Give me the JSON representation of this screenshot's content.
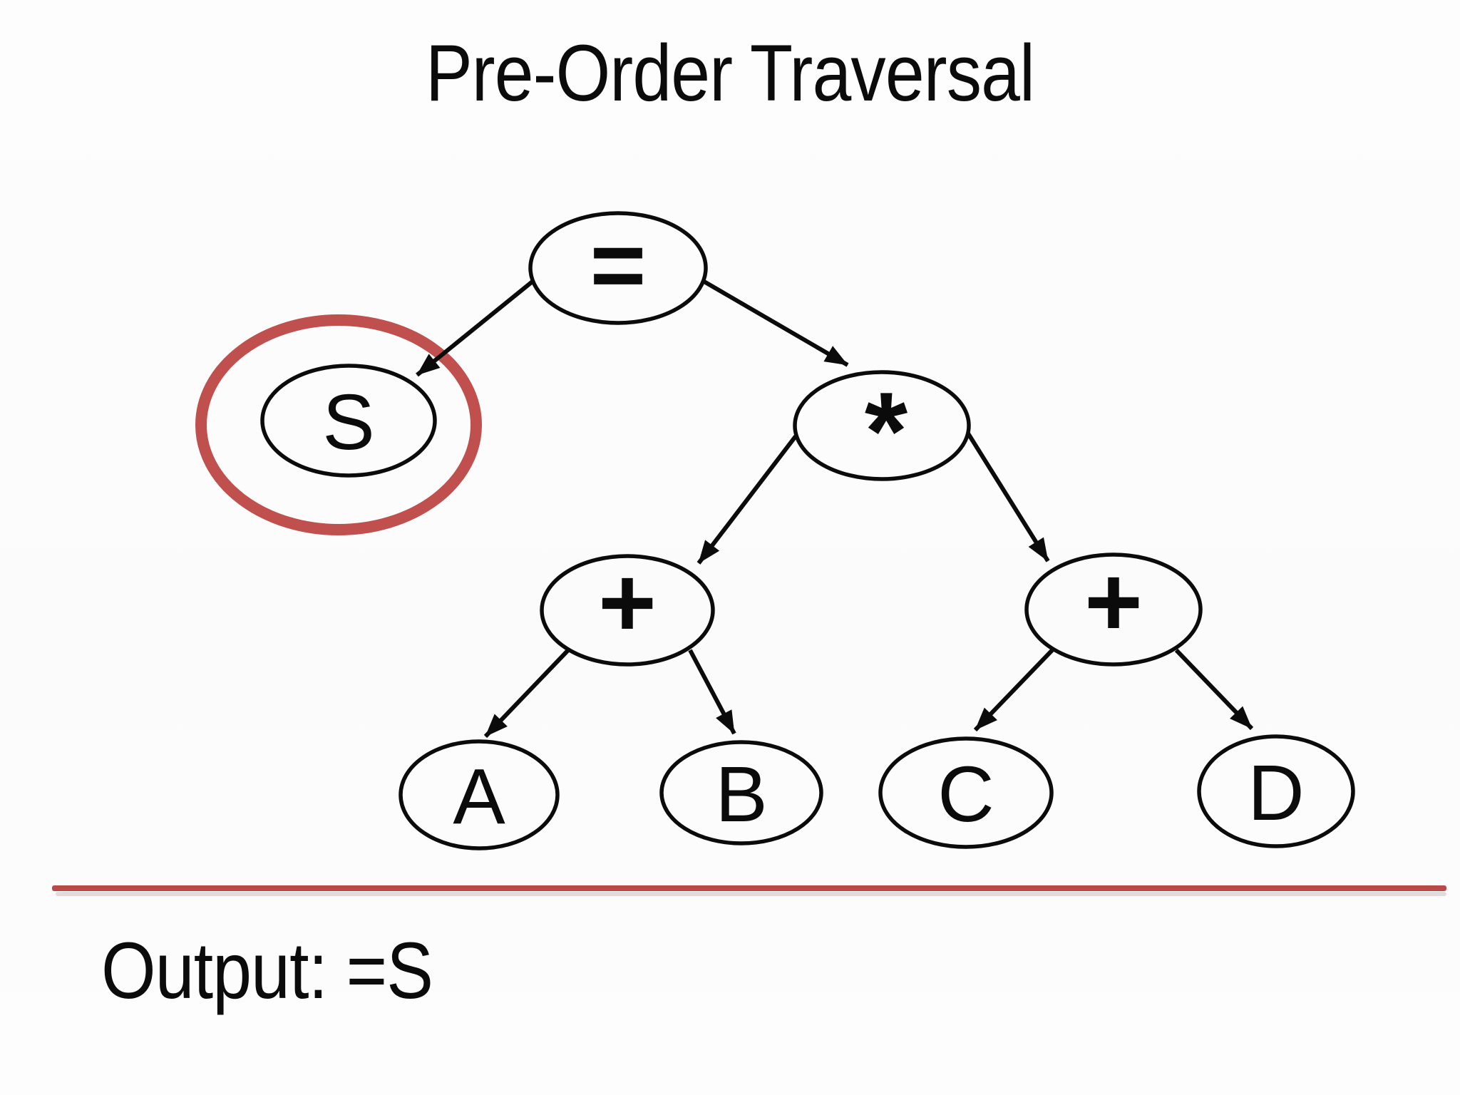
{
  "title": "Pre-Order Traversal",
  "output": {
    "prefix": "Output:",
    "value": "=S"
  },
  "colors": {
    "highlight_red": "#c0504d",
    "divider_red": "#b94a48",
    "node_stroke": "#0b0b0b",
    "background": "#fdfdfd"
  },
  "tree": {
    "traversal_type": "pre-order",
    "current_node": "S",
    "nodes": [
      {
        "id": "eq",
        "label": "=",
        "role": "root operator"
      },
      {
        "id": "s",
        "label": "S",
        "role": "left child of =",
        "highlighted": true
      },
      {
        "id": "star",
        "label": "*",
        "role": "right child of ="
      },
      {
        "id": "plus-left",
        "label": "+",
        "role": "left child of *"
      },
      {
        "id": "plus-right",
        "label": "+",
        "role": "right child of *"
      },
      {
        "id": "a",
        "label": "A",
        "role": "left child of left +"
      },
      {
        "id": "b",
        "label": "B",
        "role": "right child of left +"
      },
      {
        "id": "c",
        "label": "C",
        "role": "left child of right +"
      },
      {
        "id": "d",
        "label": "D",
        "role": "right child of right +"
      }
    ],
    "edges": [
      {
        "from": "eq",
        "to": "s"
      },
      {
        "from": "eq",
        "to": "star"
      },
      {
        "from": "star",
        "to": "plus-left"
      },
      {
        "from": "star",
        "to": "plus-right"
      },
      {
        "from": "plus-left",
        "to": "a"
      },
      {
        "from": "plus-left",
        "to": "b"
      },
      {
        "from": "plus-right",
        "to": "c"
      },
      {
        "from": "plus-right",
        "to": "d"
      }
    ]
  }
}
